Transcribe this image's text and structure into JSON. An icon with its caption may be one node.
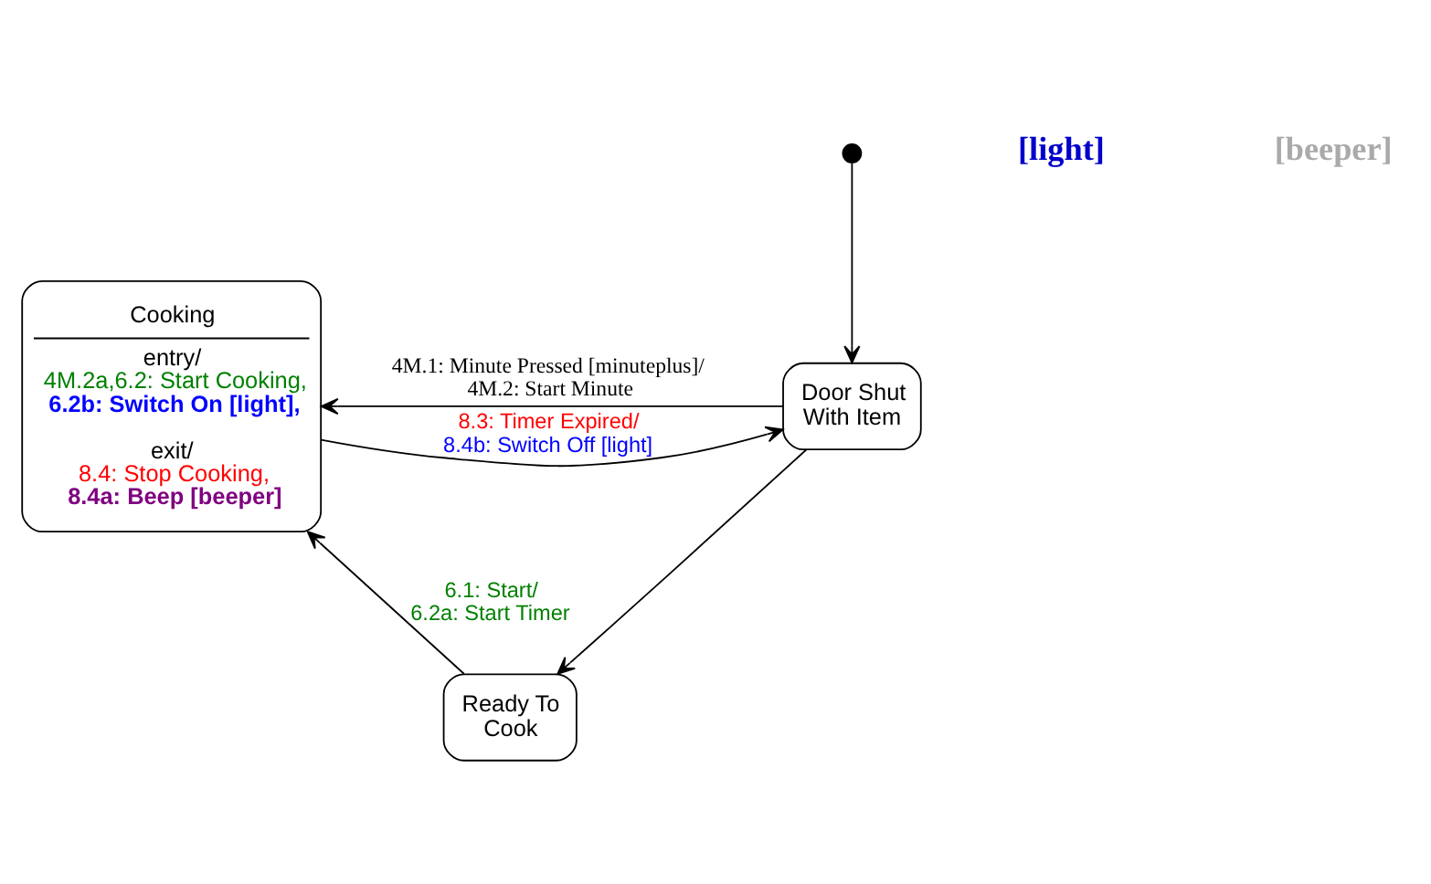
{
  "diagram": {
    "nodes": [
      {
        "text": [
          "Cooking",
          "entry/",
          "4M.2a,6.2: Start Cooking,",
          "6.2b: Switch On [light],",
          "exit/",
          "8.4: Stop Cooking,",
          "8.4a: Beep [beeper]"
        ]
      },
      {
        "text": [],
        "shape": "circle"
      },
      {
        "text": [
          "Door Shut With Item"
        ]
      },
      {
        "text": [
          "Ready To Cook"
        ]
      }
    ],
    "edges": [
      {
        "from": 1,
        "to": 2,
        "arrow": "to"
      },
      {
        "from": 0,
        "to": 2,
        "arrow": "to",
        "label": "8.3: Timer Expired/ 8.4b: Switch Off [light]"
      },
      {
        "from": 2,
        "to": 0,
        "arrow": "to",
        "label": "4M.1: Minute Pressed [minuteplus]/ 4M.2: Start Minute"
      },
      {
        "from": 2,
        "to": 3,
        "arrow": "to"
      },
      {
        "from": 3,
        "to": 0,
        "arrow": "to",
        "label": "6.1: Start/ 6.2a: Start Timer"
      }
    ],
    "labels": [
      "[light]",
      "[beeper]"
    ]
  }
}
